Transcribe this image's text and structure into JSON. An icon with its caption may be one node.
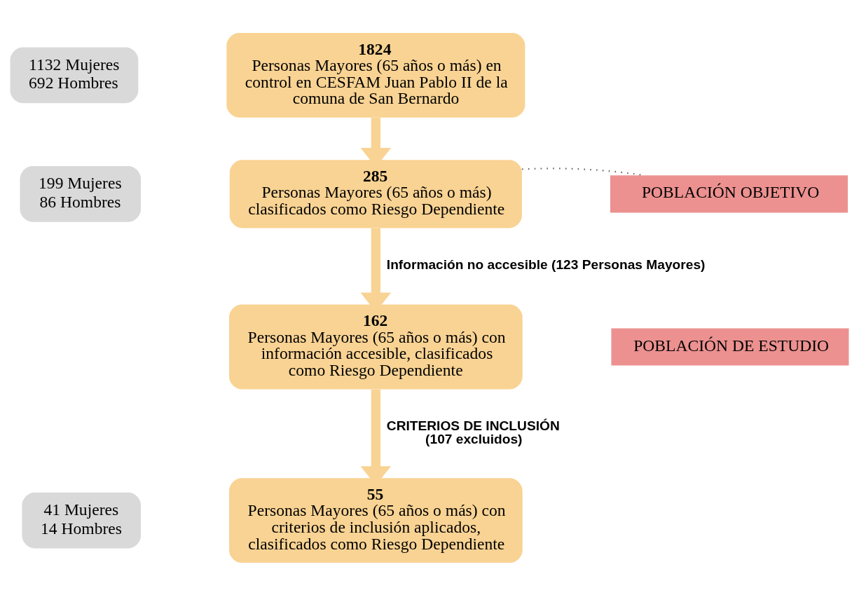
{
  "diagram": {
    "nodes": [
      {
        "text": [
          "1132 Mujeres 692 Hombres"
        ]
      },
      {
        "text": [
          "1824",
          "Personas Mayores (65 años o más) en control en CESFAM Juan Pablo II de la comuna de San Bernardo"
        ]
      },
      {
        "text": [
          "199 Mujeres 86 Hombres"
        ]
      },
      {
        "text": [
          "285",
          "Personas Mayores (65 años o más) clasificados como Riesgo Dependiente"
        ]
      },
      {
        "text": [
          "POBLACIÓN OBJETIVO"
        ]
      },
      {
        "text": [
          "162",
          "Personas Mayores (65 años o más) con información accesible, clasificados como Riesgo Dependiente"
        ]
      },
      {
        "text": [
          "POBLACIÓN DE ESTUDIO"
        ]
      },
      {
        "text": [
          "41 Mujeres 14 Hombres"
        ]
      },
      {
        "text": [
          "55",
          "Personas Mayores (65 años o más) con criterios de inclusión aplicados, clasificados como Riesgo Dependiente"
        ]
      }
    ],
    "edges": [
      {
        "from": 1,
        "to": 3,
        "arrow": "to"
      },
      {
        "from": 3,
        "to": 4,
        "arrow": "none",
        "style": "dashed",
        "color": "#595959"
      },
      {
        "from": 3,
        "to": 5,
        "arrow": "to",
        "label": "Información no accesible (123 Personas Mayores)"
      },
      {
        "from": 5,
        "to": 8,
        "arrow": "to",
        "label": "CRITERIOS DE INCLUSIÓN (107 excluidos)"
      }
    ]
  }
}
